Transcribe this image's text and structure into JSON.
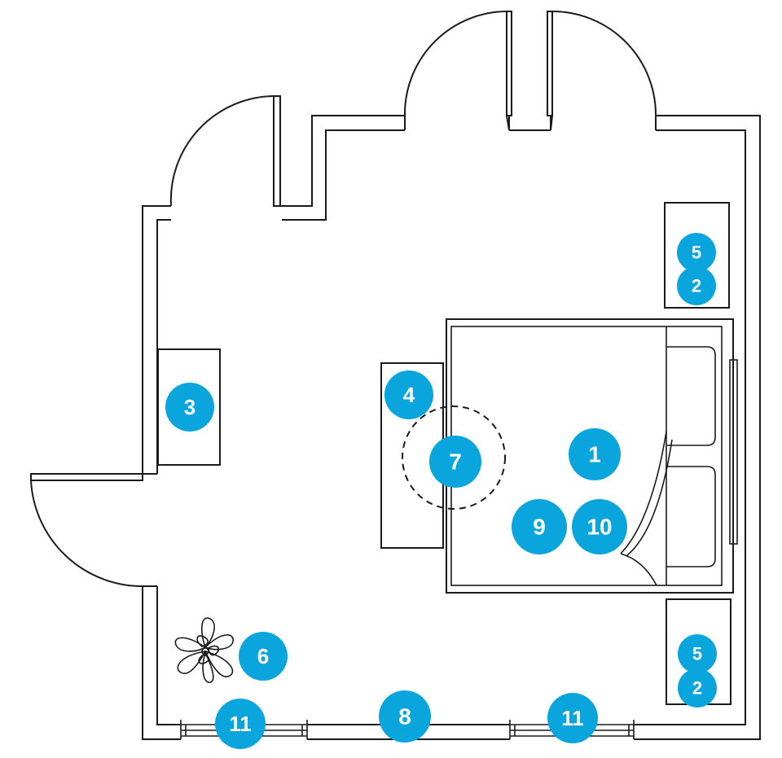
{
  "accent_color": "#0aa5dc",
  "markers": [
    {
      "id": "bed",
      "label": "1"
    },
    {
      "id": "nightstand-top",
      "label": "5"
    },
    {
      "id": "lamp-top",
      "label": "2"
    },
    {
      "id": "nightstand-bottom",
      "label": "5"
    },
    {
      "id": "lamp-bottom",
      "label": "2"
    },
    {
      "id": "desk",
      "label": "3"
    },
    {
      "id": "bench",
      "label": "4"
    },
    {
      "id": "plant",
      "label": "6"
    },
    {
      "id": "rug",
      "label": "7"
    },
    {
      "id": "floor",
      "label": "8"
    },
    {
      "id": "pillows",
      "label": "9"
    },
    {
      "id": "blanket",
      "label": "10"
    },
    {
      "id": "window-left",
      "label": "11"
    },
    {
      "id": "window-right",
      "label": "11"
    }
  ]
}
